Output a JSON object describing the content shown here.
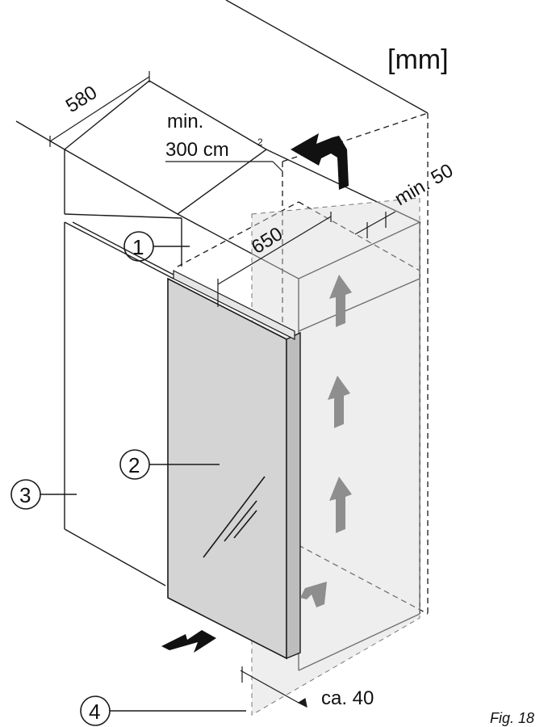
{
  "figure": {
    "unit_label": "[mm]",
    "caption": "Fig. 18",
    "dimensions": {
      "depth": "580",
      "vent_min_label": "min.",
      "vent_area_value": "300 cm",
      "vent_area_sup": "2",
      "rear_gap": "min. 50",
      "niche_depth": "650",
      "plinth_gap": "ca. 40"
    },
    "callouts": [
      "1",
      "2",
      "3",
      "4"
    ]
  },
  "colors": {
    "line": "#1a1a1a",
    "door_fill": "#d4d4d4",
    "glass_panel": "#c8c8c8",
    "airflow_arrow": "#8e8e8e",
    "inflow_arrow": "#111111"
  }
}
